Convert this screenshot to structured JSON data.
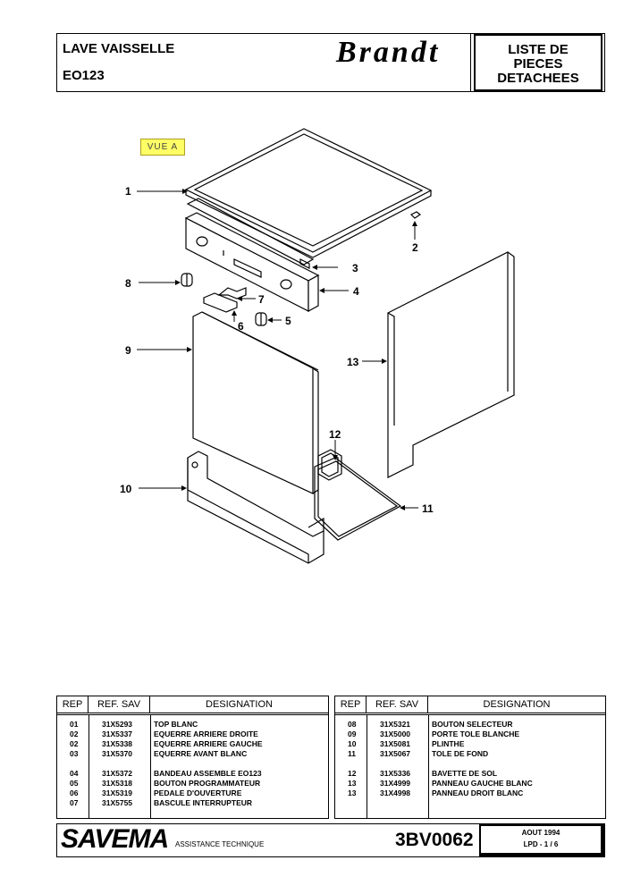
{
  "header": {
    "product": "LAVE VAISSELLE",
    "model": "EO123",
    "brand": "Brandt",
    "doc_type_lines": [
      "LISTE DE",
      "PIECES",
      "DETACHEES"
    ]
  },
  "view_label": "VUE A",
  "callouts": [
    {
      "num": "1"
    },
    {
      "num": "2"
    },
    {
      "num": "3"
    },
    {
      "num": "4"
    },
    {
      "num": "5"
    },
    {
      "num": "6"
    },
    {
      "num": "7"
    },
    {
      "num": "8"
    },
    {
      "num": "9"
    },
    {
      "num": "10"
    },
    {
      "num": "11"
    },
    {
      "num": "12"
    },
    {
      "num": "13"
    }
  ],
  "table_headers": {
    "rep": "REP",
    "ref": "REF. SAV",
    "designation": "DESIGNATION"
  },
  "parts_left": [
    {
      "rep": "01",
      "ref": "31X5293",
      "designation": "TOP BLANC"
    },
    {
      "rep": "02",
      "ref": "31X5337",
      "designation": "EQUERRE ARRIERE DROITE"
    },
    {
      "rep": "02",
      "ref": "31X5338",
      "designation": "EQUERRE ARRIERE GAUCHE"
    },
    {
      "rep": "03",
      "ref": "31X5370",
      "designation": "EQUERRE AVANT BLANC"
    },
    {
      "rep": "04",
      "ref": "31X5372",
      "designation": "BANDEAU ASSEMBLE EO123"
    },
    {
      "rep": "05",
      "ref": "31X5318",
      "designation": "BOUTON PROGRAMMATEUR"
    },
    {
      "rep": "06",
      "ref": "31X5319",
      "designation": "PEDALE D'OUVERTURE"
    },
    {
      "rep": "07",
      "ref": "31X5755",
      "designation": "BASCULE INTERRUPTEUR"
    }
  ],
  "parts_right": [
    {
      "rep": "08",
      "ref": "31X5321",
      "designation": "BOUTON SELECTEUR"
    },
    {
      "rep": "09",
      "ref": "31X5000",
      "designation": "PORTE TOLE BLANCHE"
    },
    {
      "rep": "10",
      "ref": "31X5081",
      "designation": "PLINTHE"
    },
    {
      "rep": "11",
      "ref": "31X5067",
      "designation": "TOLE DE FOND"
    },
    {
      "rep": "12",
      "ref": "31X5336",
      "designation": "BAVETTE DE SOL"
    },
    {
      "rep": "13",
      "ref": "31X4999",
      "designation": "PANNEAU GAUCHE BLANC"
    },
    {
      "rep": "13",
      "ref": "31X4998",
      "designation": "PANNEAU DROIT BLANC"
    }
  ],
  "footer": {
    "company": "SAVEMA",
    "department": "ASSISTANCE TECHNIQUE",
    "doc_code": "3BV0062",
    "date": "AOUT 1994",
    "page": "LPD -   1 / 6"
  }
}
